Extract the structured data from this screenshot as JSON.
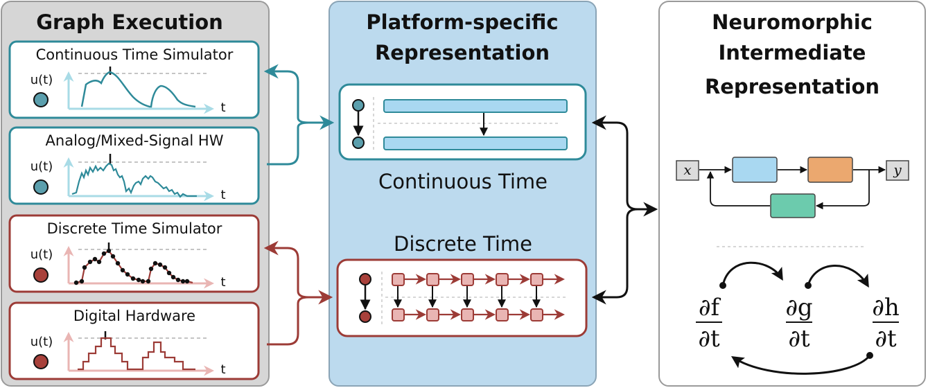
{
  "colors": {
    "teal": "#2e8a99",
    "teal_light": "#a8dbe6",
    "teal_fill": "#5b9fad",
    "red": "#9c3b36",
    "red_light": "#e9b5b3",
    "red_fill": "#a8413b",
    "graph_panel_bg": "#d6d6d6",
    "platform_panel_bg": "#bcdaee",
    "bar_blue": "#a9d8f1",
    "block_blue": "#a9d8f1",
    "block_orange": "#eba86f",
    "block_green": "#6ccbad",
    "node_gray": "#dcdcdc"
  },
  "graph_execution": {
    "title": "Graph Execution",
    "cards": [
      {
        "title": "Continuous Time Simulator",
        "ylabel": "u(t)",
        "xlabel": "t"
      },
      {
        "title": "Analog/Mixed-Signal HW",
        "ylabel": "u(t)",
        "xlabel": "t"
      },
      {
        "title": "Discrete Time Simulator",
        "ylabel": "u(t)",
        "xlabel": "t"
      },
      {
        "title": "Digital Hardware",
        "ylabel": "u(t)",
        "xlabel": "t"
      }
    ]
  },
  "platform": {
    "title_line1": "Platform-specific",
    "title_line2": "Representation",
    "continuous_label": "Continuous Time",
    "discrete_label": "Discrete Time"
  },
  "nir": {
    "title_line1": "Neuromorphic",
    "title_line2": "Intermediate",
    "title_line3": "Representation",
    "input_label": "x",
    "output_label": "y",
    "derivatives": [
      {
        "num": "∂f",
        "den": "∂t"
      },
      {
        "num": "∂g",
        "den": "∂t"
      },
      {
        "num": "∂h",
        "den": "∂t"
      }
    ]
  }
}
